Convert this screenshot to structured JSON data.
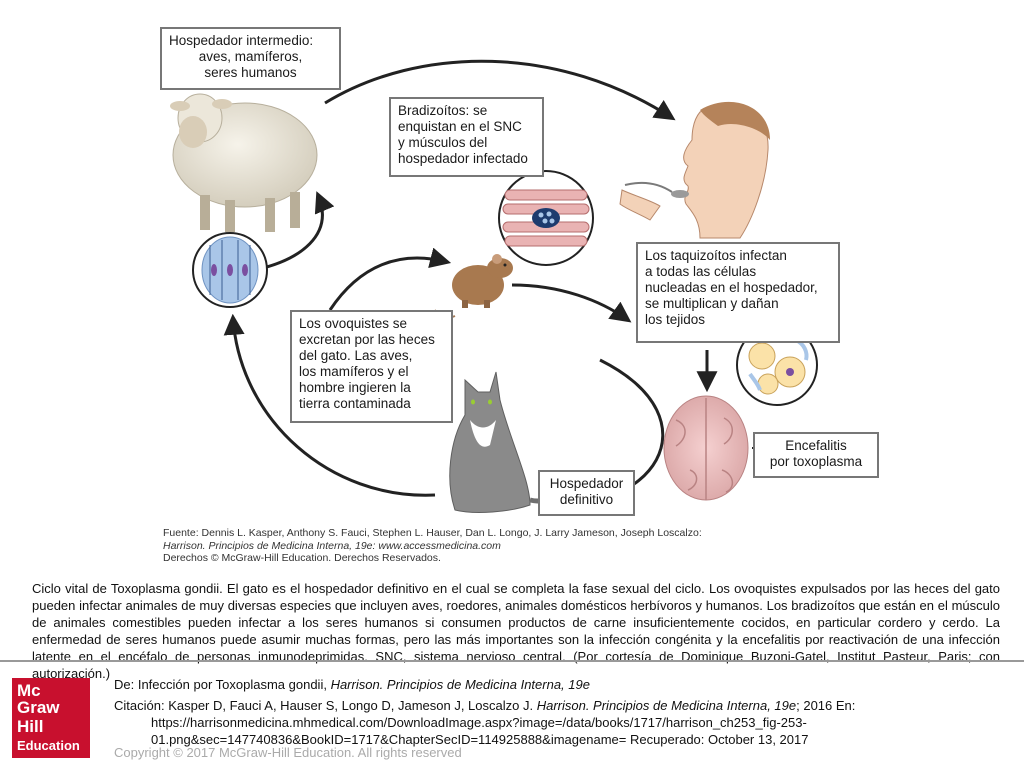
{
  "diagram": {
    "box_intermediate": [
      "Hospedador intermedio:",
      "aves, mamíferos,",
      "seres humanos"
    ],
    "box_bradyzoites": [
      "Bradizoítos: se",
      "enquistan en el SNC",
      "y músculos del",
      "hospedador infectado"
    ],
    "box_tachyzoites": [
      "Los taquizoítos infectan",
      "a todas las células",
      "nucleadas en el hospedador,",
      "se multiplican y dañan",
      "los tejidos"
    ],
    "box_oocysts": [
      "Los ovoquistes se",
      "excretan por las heces",
      "del gato. Las aves,",
      "los mamíferos y el",
      "hombre ingieren la",
      "tierra contaminada"
    ],
    "box_encephalitis": [
      "Encefalitis",
      "por toxoplasma"
    ],
    "box_definitive": [
      "Hospedador",
      "definitivo"
    ]
  },
  "source": {
    "line1": "Fuente: Dennis L. Kasper, Anthony S. Fauci, Stephen L. Hauser, Dan L. Longo, J. Larry Jameson, Joseph Loscalzo:",
    "line2": "Harrison. Principios de Medicina Interna, 19e: www.accessmedicina.com",
    "line3": "Derechos © McGraw-Hill Education. Derechos Reservados."
  },
  "caption": "Ciclo vital de Toxoplasma gondii. El gato es el hospedador definitivo en el cual se completa la fase sexual del ciclo. Los ovoquistes expulsados por las heces del gato pueden infectar animales de muy diversas especies que incluyen aves, roedores, animales domésticos herbívoros y humanos. Los bradizoítos que están en el músculo de animales comestibles pueden infectar a los seres humanos si consumen productos de carne insuficientemente cocidos, en particular cordero y cerdo. La enfermedad de seres humanos puede asumir muchas formas, pero las más importantes son la infección congénita y la encefalitis por reactivación de una infección latente en el encéfalo de personas inmunodeprimidas. SNC, sistema nervioso central. (Por cortesía de Dominique Buzoni-Gatel, Institut Pasteur, Paris; con autorización.)",
  "citation": {
    "de_prefix": "De: Infección por Toxoplasma gondii, ",
    "de_title": "Harrison. Principios de Medicina Interna, 19e",
    "cit_prefix": "Citación: Kasper D, Fauci A, Hauser S, Longo D, Jameson J, Loscalzo J. ",
    "cit_title": "Harrison. Principios de Medicina Interna, 19e",
    "cit_suffix": "; 2016 En:",
    "url1": "https://harrisonmedicina.mhmedical.com/DownloadImage.aspx?image=/data/books/1717/harrison_ch253_fig-253-",
    "url2": "01.png&sec=147740836&BookID=1717&ChapterSecID=114925888&imagename= Recuperado: October 13, 2017"
  },
  "copyright": "Copyright © 2017 McGraw-Hill Education. All rights reserved",
  "logo": {
    "l1": "Mc",
    "l2": "Graw",
    "l3": "Hill",
    "l4": "Education"
  },
  "colors": {
    "brand_red": "#c8102e",
    "cell_blue": "#a9c6e8",
    "muscle_pink": "#e9b3b3",
    "cat_gray": "#8a8a8a"
  }
}
